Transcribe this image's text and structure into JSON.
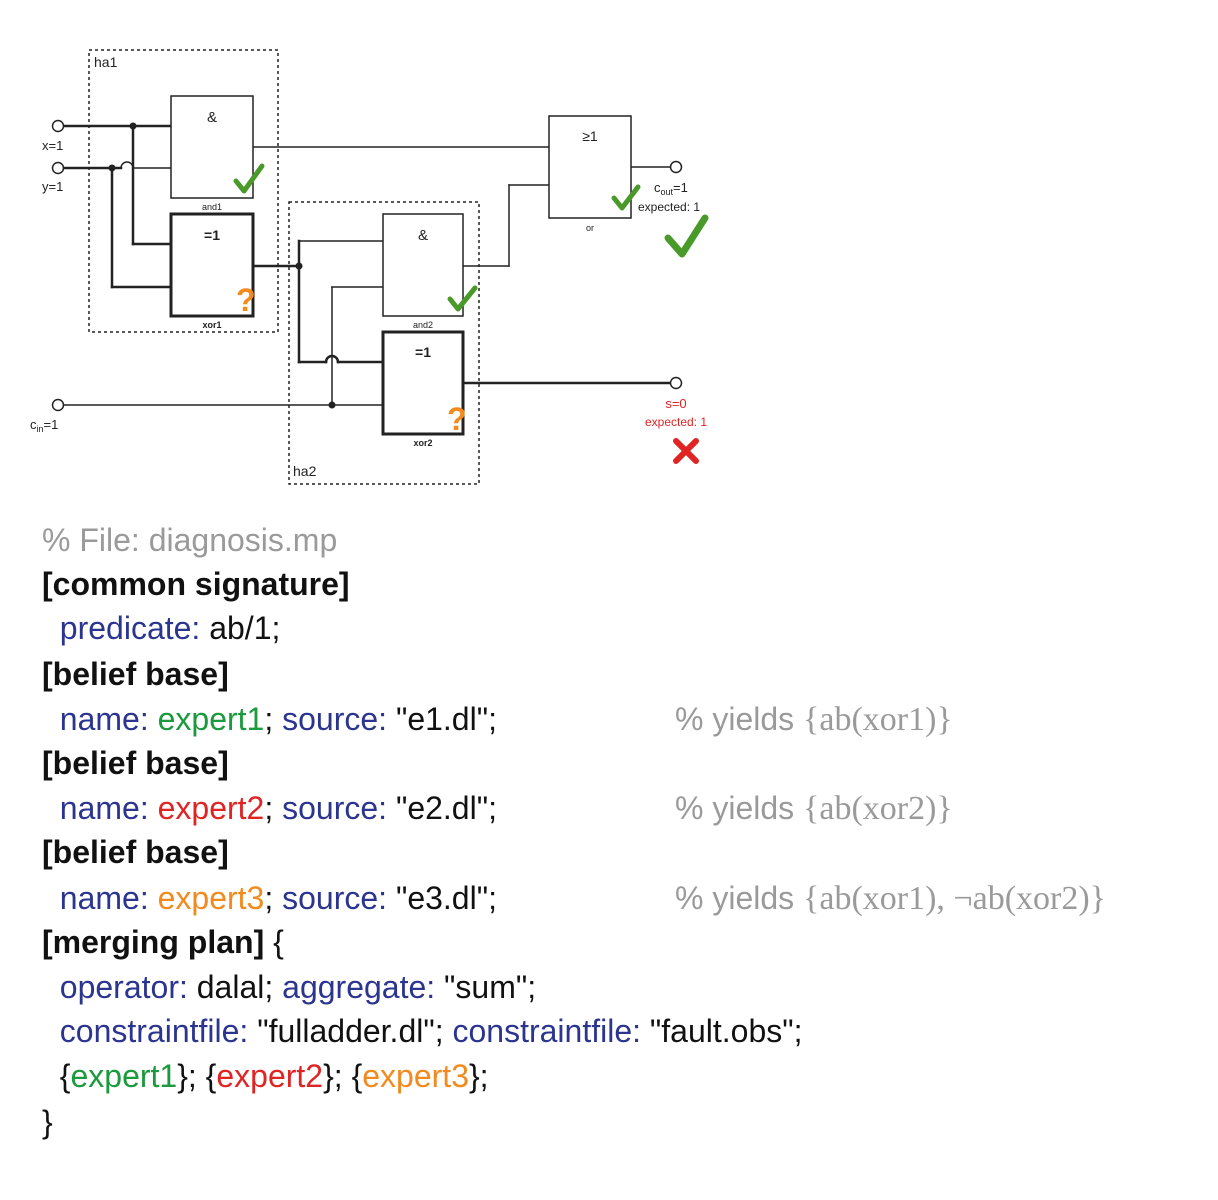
{
  "circuit": {
    "groups": {
      "ha1": "ha1",
      "ha2": "ha2"
    },
    "inputs": {
      "x": "x=1",
      "y": "y=1",
      "cin_base": "c",
      "cin_sub": "in",
      "cin_val": "=1"
    },
    "gates": {
      "and1": {
        "symbol": "&",
        "label": "and1"
      },
      "xor1": {
        "symbol": "=1",
        "label": "xor1"
      },
      "and2": {
        "symbol": "&",
        "label": "and2"
      },
      "xor2": {
        "symbol": "=1",
        "label": "xor2"
      },
      "or": {
        "symbol": "≥1",
        "label": "or"
      }
    },
    "outputs": {
      "cout": {
        "base": "c",
        "sub": "out",
        "val": "=1",
        "expected": "expected: 1"
      },
      "s": {
        "val": "s=0",
        "expected": "expected: 1"
      }
    },
    "question_mark": "?",
    "colors": {
      "ok": "#4a9a2a",
      "error": "#e02424",
      "unknown": "#f28a1e",
      "wire": "#222222"
    }
  },
  "code": {
    "comment": "% File: diagnosis.mp",
    "common_signature": "[common signature]",
    "predicate_kw": "predicate:",
    "predicate_val": " ab/1;",
    "belief_base": "[belief base]",
    "name_kw": "name:",
    "source_kw": "source:",
    "experts": [
      {
        "name": "expert1",
        "source": " \"e1.dl\";",
        "yields_prefix": "% yields ",
        "yields_math": "{ab(xor1)}"
      },
      {
        "name": "expert2",
        "source": " \"e2.dl\";",
        "yields_prefix": "% yields ",
        "yields_math": "{ab(xor2)}"
      },
      {
        "name": "expert3",
        "source": " \"e3.dl\";",
        "yields_prefix": "% yields ",
        "yields_math": "{ab(xor1), ¬ab(xor2)}"
      }
    ],
    "merging_plan": "[merging plan]",
    "open_brace": " {",
    "operator_kw": "operator:",
    "operator_val": " dalal;",
    "aggregate_kw": "aggregate:",
    "aggregate_val": " \"sum\";",
    "constraintfile_kw": "constraintfile:",
    "constraint1": " \"fulladder.dl\";",
    "constraint2": " \"fault.obs\";",
    "close_brace": "}"
  }
}
